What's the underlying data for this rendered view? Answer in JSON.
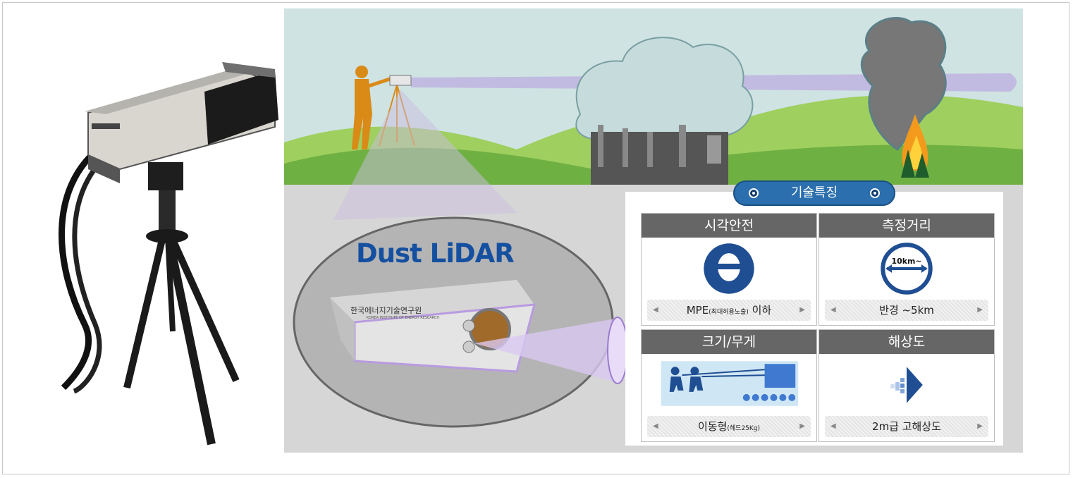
{
  "diagram": {
    "product_label": "Dust LiDAR",
    "device_brand": "한국에너지기술연구원",
    "device_brand_en": "KOREA INSTITUTE OF ENERGY RESEARCH",
    "panel_title": "기술특징",
    "features": [
      {
        "title": "시각안전",
        "value_main": "MPE",
        "value_sub": "(최대허용노출)",
        "value_tail": "이하",
        "icon": "safety-goggles-icon"
      },
      {
        "title": "측정거리",
        "value_main": "반경 ~5km",
        "value_sub": "",
        "value_tail": "",
        "icon": "range-circle-icon",
        "icon_text": "10km~"
      },
      {
        "title": "크기/무게",
        "value_main": "이동형",
        "value_sub": "(헤드25Kg)",
        "value_tail": "",
        "icon": "pulling-load-icon"
      },
      {
        "title": "해상도",
        "value_main": "2m급 고해상도",
        "value_sub": "",
        "value_tail": "",
        "icon": "resolution-diamond-icon"
      }
    ],
    "colors": {
      "accent": "#2b6fae",
      "sky": "#cfe3e3",
      "hill": "#7fbf4a",
      "ground": "#d6d6d6",
      "beam": "#b89be0"
    }
  }
}
